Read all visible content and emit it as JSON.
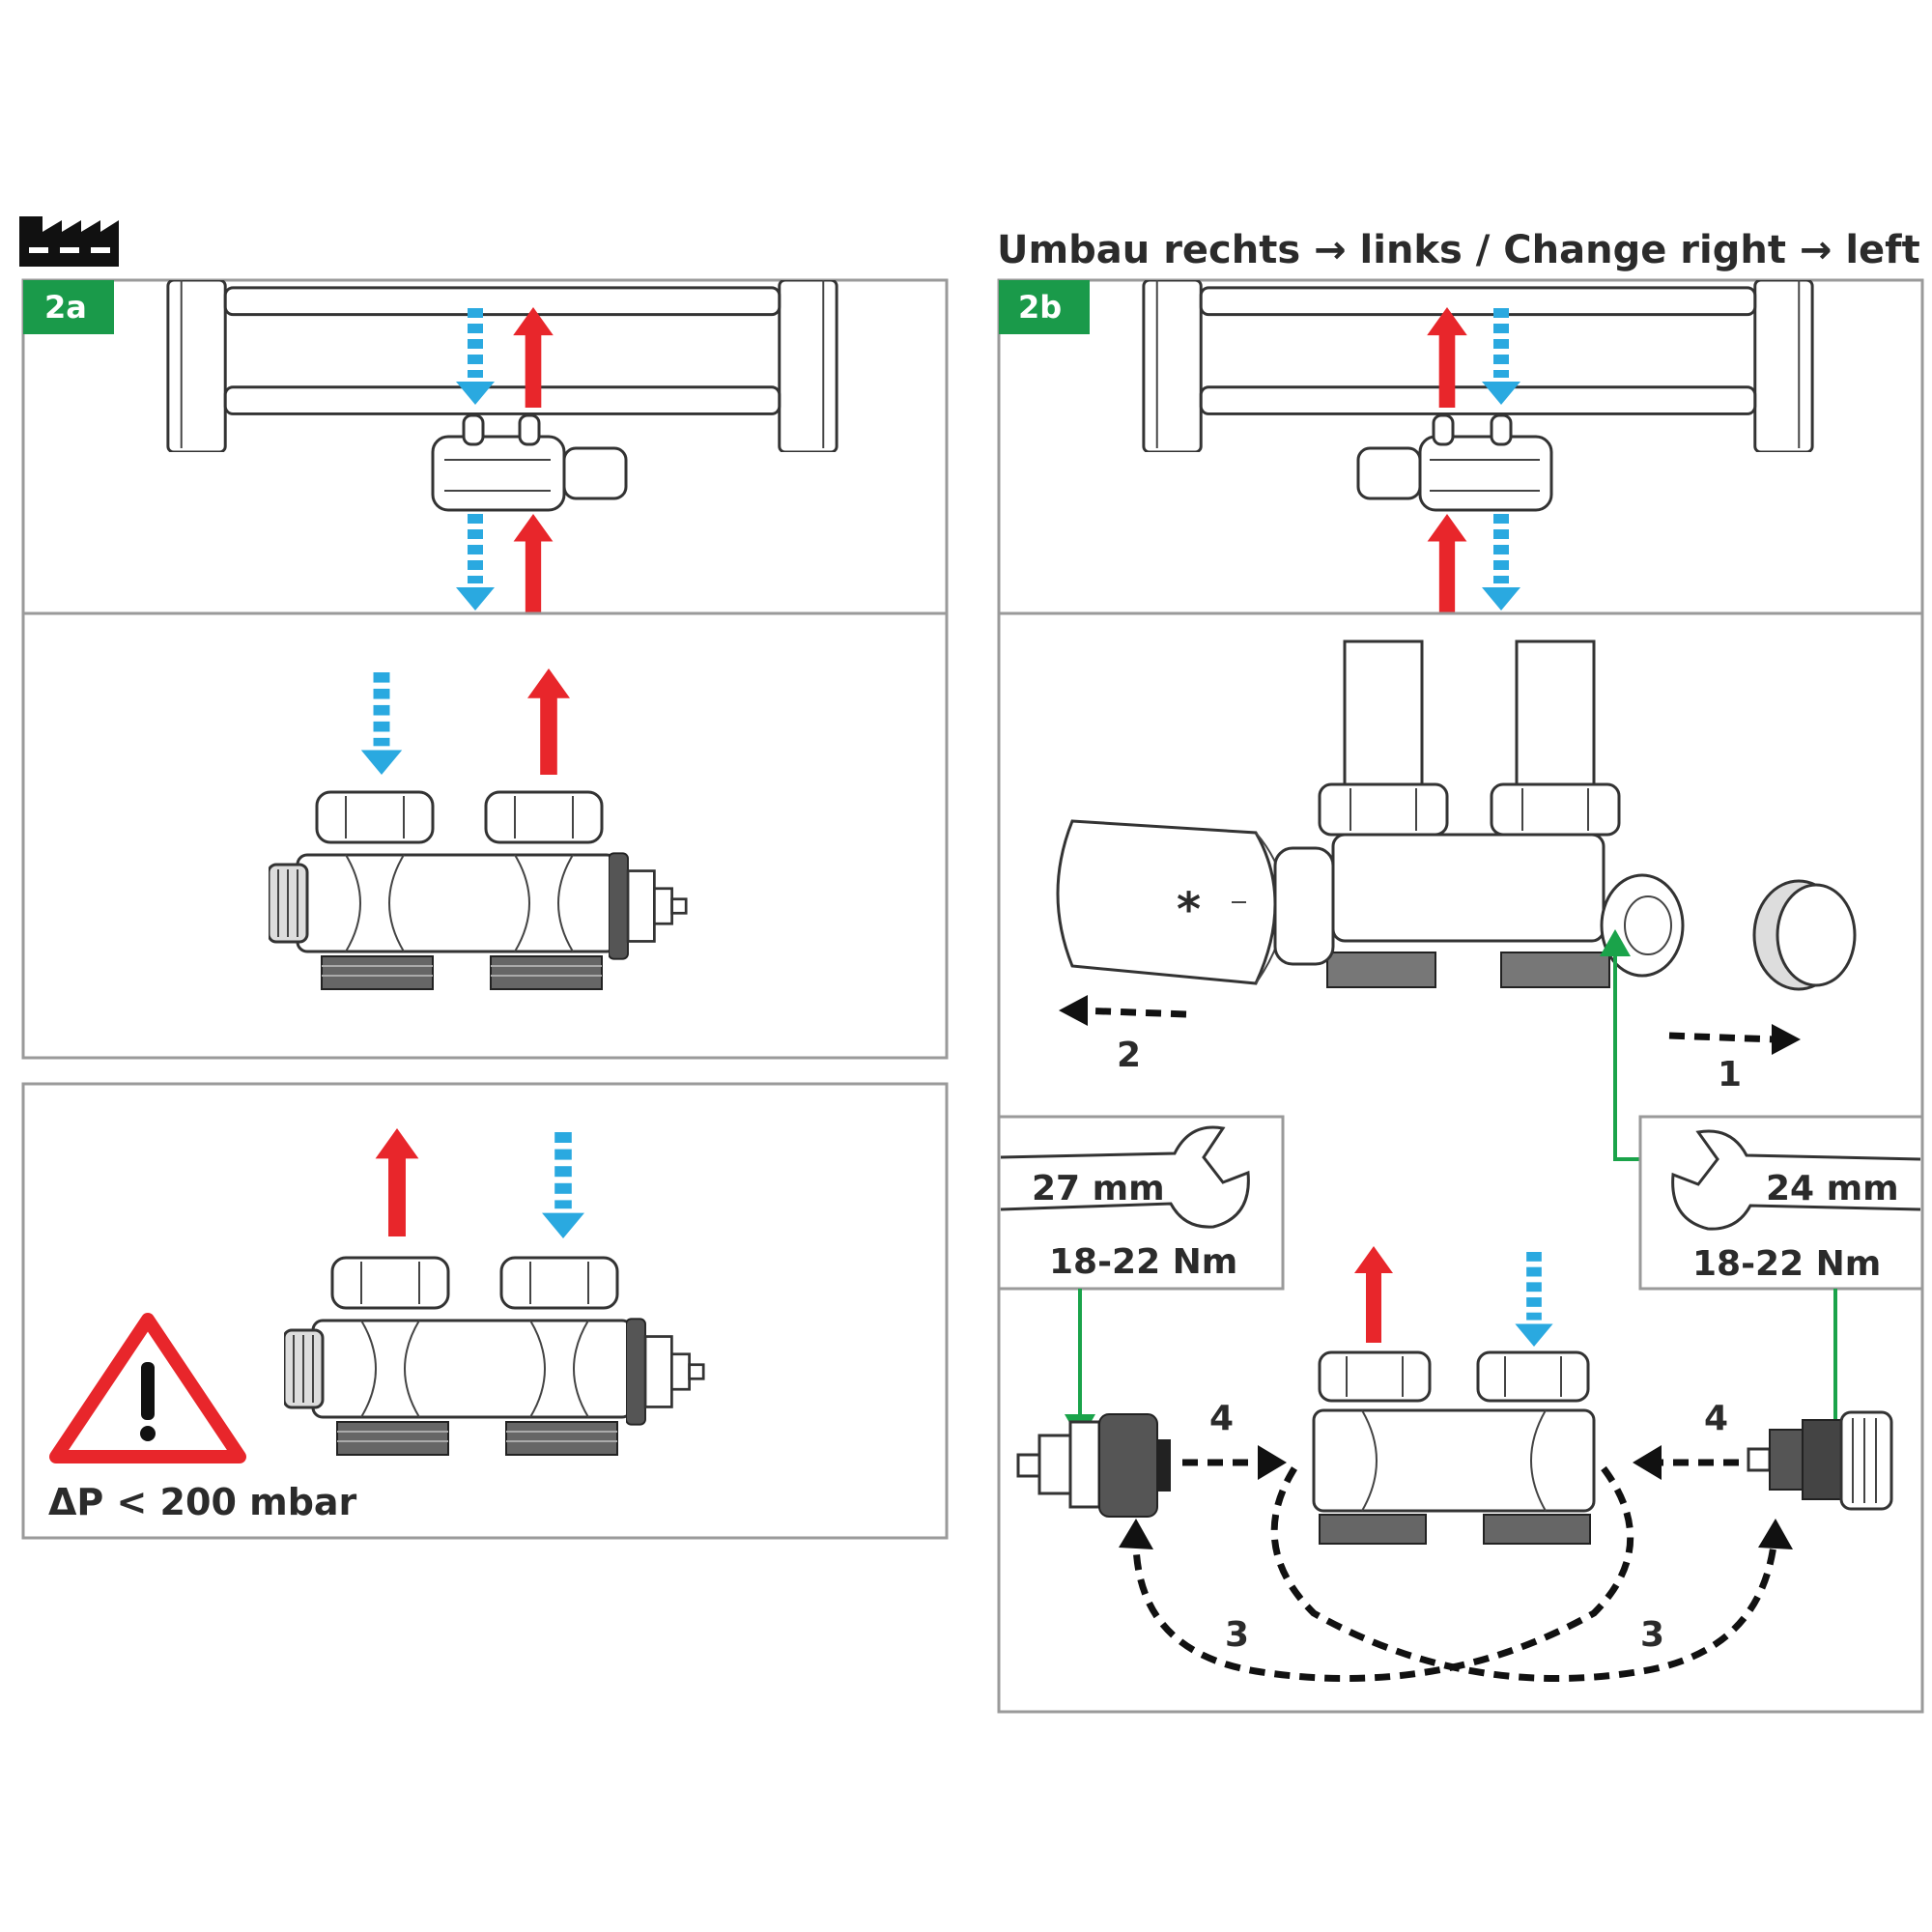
{
  "header": {
    "title": "Umbau rechts → links / Change right → left"
  },
  "panels": {
    "a": {
      "badge": "2a"
    },
    "b": {
      "badge": "2b"
    }
  },
  "warning": {
    "text": "ΔP < 200 mbar"
  },
  "steps": {
    "s1": "1",
    "s2": "2",
    "s3_left": "3",
    "s3_right": "3",
    "s4_left": "4",
    "s4_right": "4"
  },
  "wrench_left": {
    "size": "27 mm",
    "torque": "18-22 Nm"
  },
  "wrench_right": {
    "size": "24 mm",
    "torque": "18-22 Nm"
  },
  "star_mark": "*",
  "colors": {
    "badge_green": "#1a9a4a",
    "flow_red": "#e8262b",
    "flow_blue": "#2aa9e0",
    "warning_red": "#e8262b",
    "connector_green": "#1aa34a"
  },
  "icons": {
    "factory": "factory-icon",
    "warning": "warning-triangle-icon",
    "wrench": "wrench-icon"
  }
}
